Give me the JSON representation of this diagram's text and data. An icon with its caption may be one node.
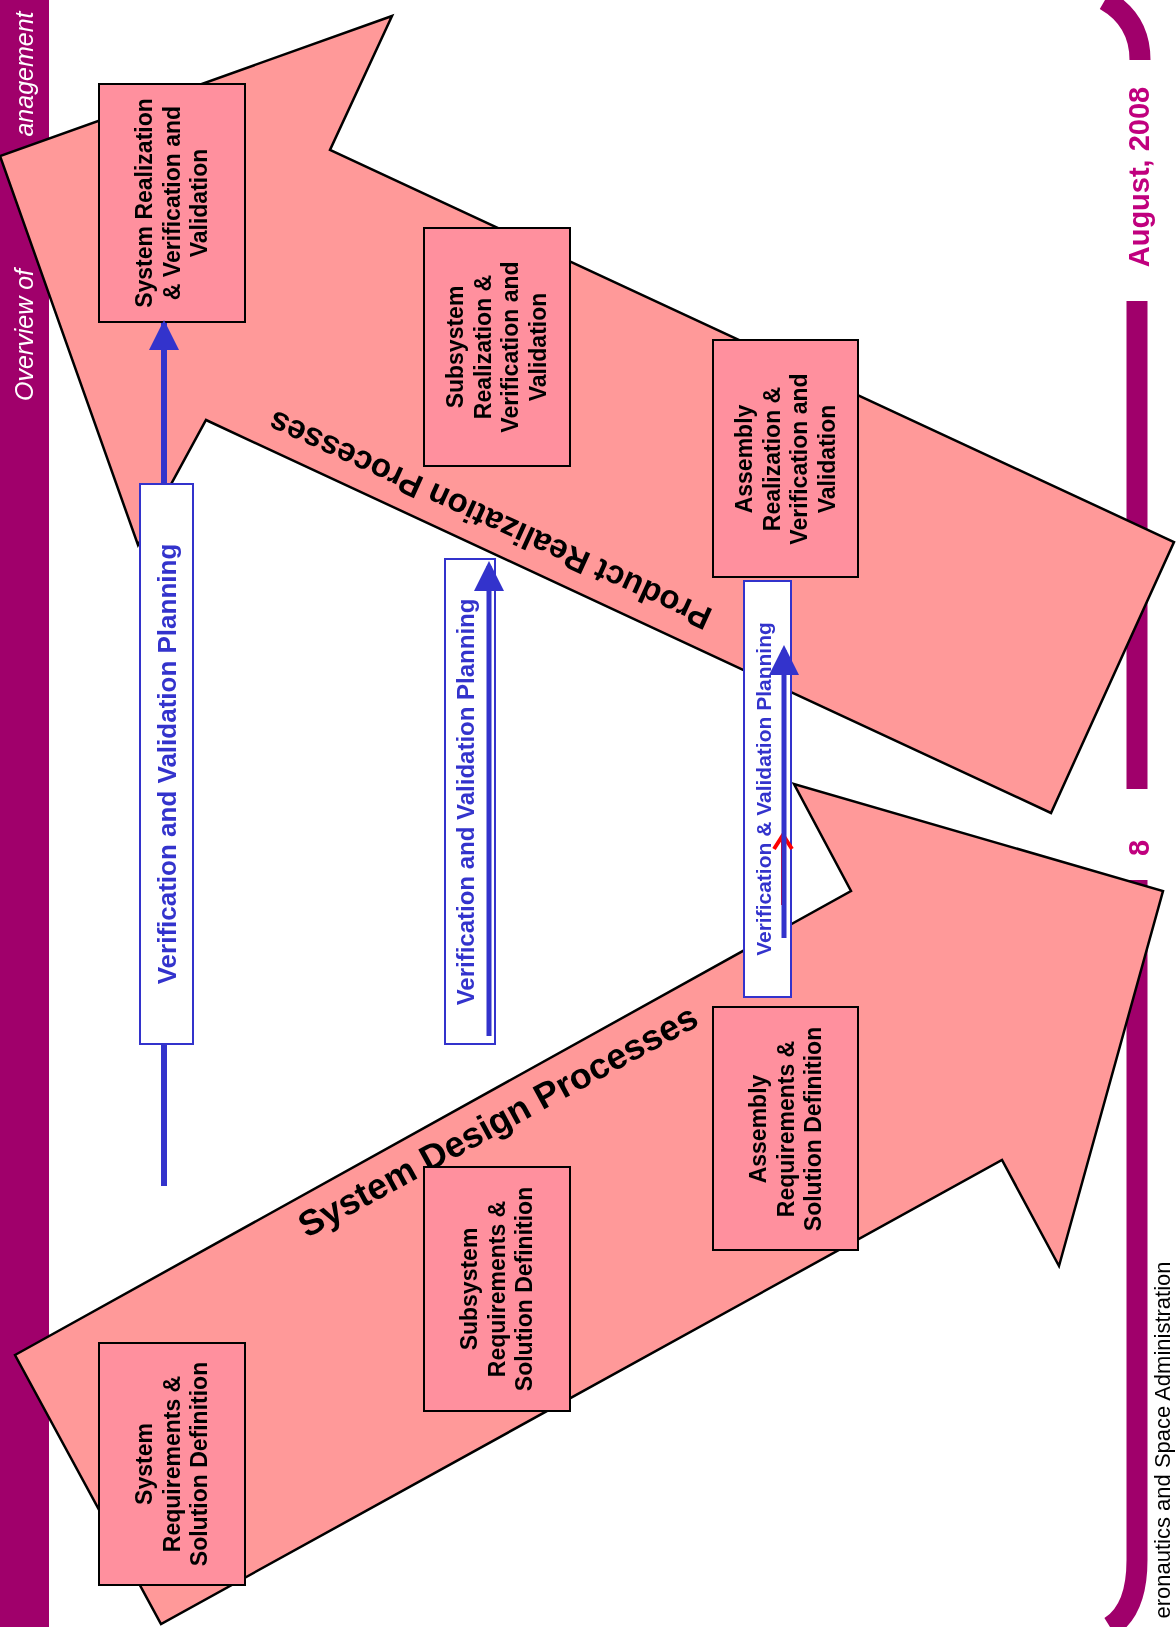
{
  "diagram": {
    "nodes": [
      {
        "text": [
          "Product Realization Processes"
        ]
      },
      {
        "text": [
          "System Realization & Verification and Validation"
        ],
        "in": 0
      },
      {
        "text": [
          "Subsystem Realization & Verification and Validation"
        ],
        "in": 0
      },
      {
        "text": [
          "Assembly Realization & Verification and Validation"
        ],
        "in": 0
      },
      {
        "text": [
          "Verification and Validation Planning"
        ]
      },
      {
        "text": [
          "Verification and Validation Planning"
        ]
      },
      {
        "text": [
          "Verification & Validation Planning"
        ]
      },
      {
        "text": [
          "System Design Processes"
        ]
      },
      {
        "text": [
          "System Requirements & Solution Definition"
        ],
        "in": 7
      },
      {
        "text": [
          "Subsystem Requirements & Solution Definition"
        ],
        "in": 7
      },
      {
        "text": [
          "Assembly Requirements & Solution Definition"
        ],
        "in": 7
      }
    ],
    "edges": [
      {
        "from": null,
        "to": 4,
        "arrow": "none"
      },
      {
        "from": 4,
        "to": 1,
        "arrow": "to"
      }
    ],
    "labels": [
      "Overview of",
      "anagement",
      "August, 2008",
      "8",
      "eronautics and Space Administration"
    ]
  }
}
